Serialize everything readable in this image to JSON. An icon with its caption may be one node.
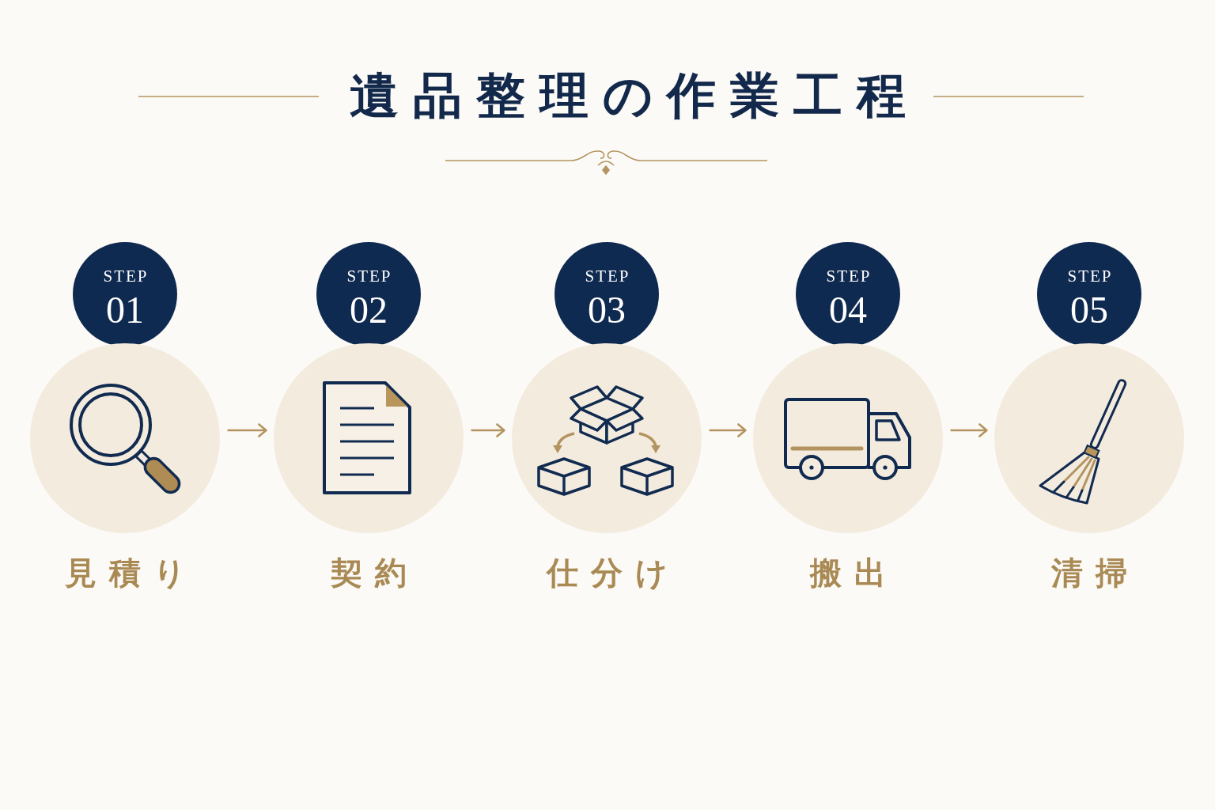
{
  "diagram": {
    "title": "遺品整理の作業工程",
    "nodes": [
      {
        "text": [
          "STEP",
          "01"
        ]
      },
      {
        "text": [
          "見積り"
        ]
      },
      {
        "text": [
          "STEP",
          "02"
        ]
      },
      {
        "text": [
          "契約"
        ]
      },
      {
        "text": [
          "STEP",
          "03"
        ]
      },
      {
        "text": [
          "仕分け"
        ]
      },
      {
        "text": [
          "STEP",
          "04"
        ]
      },
      {
        "text": [
          "搬出"
        ]
      },
      {
        "text": [
          "STEP",
          "05"
        ]
      },
      {
        "text": [
          "清掃"
        ]
      }
    ],
    "edges": [
      {
        "from": 1,
        "to": 3,
        "arrow": "to"
      },
      {
        "from": 3,
        "to": 5,
        "arrow": "to"
      },
      {
        "from": 5,
        "to": 7,
        "arrow": "to"
      },
      {
        "from": 7,
        "to": 9,
        "arrow": "to"
      }
    ]
  }
}
